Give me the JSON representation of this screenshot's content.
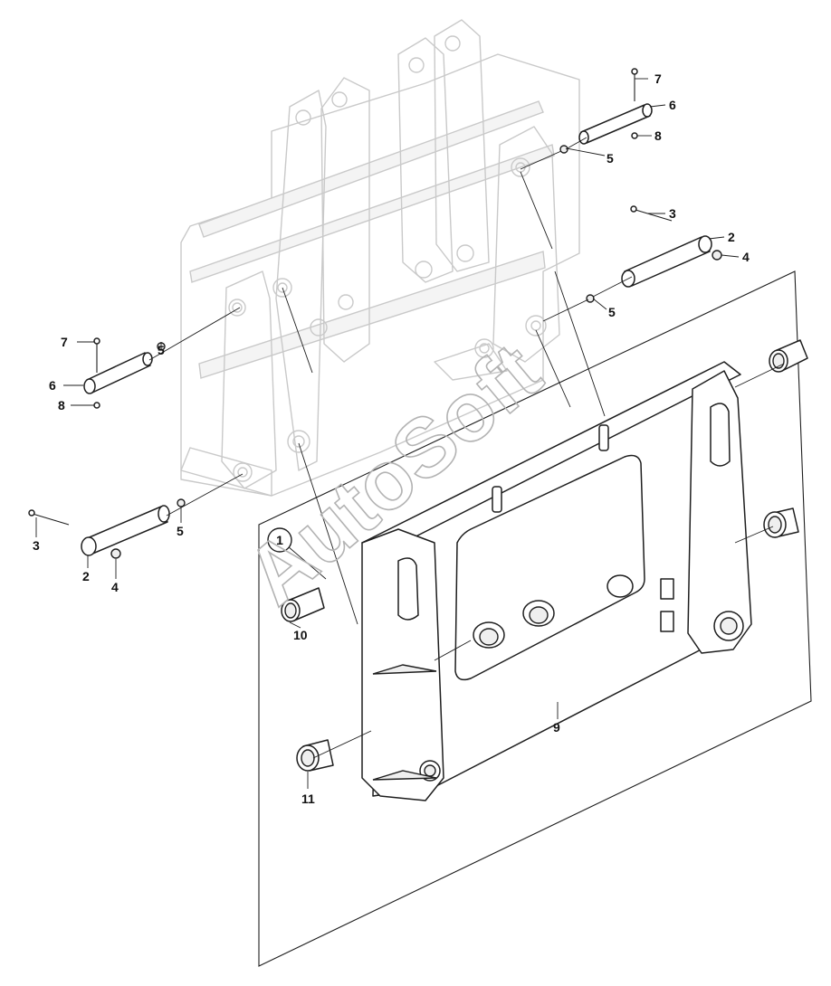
{
  "watermark": "AutoSoft",
  "callouts": {
    "c1": "1",
    "c2a": "2",
    "c2b": "2",
    "c3a": "3",
    "c3b": "3",
    "c4a": "4",
    "c4b": "4",
    "c5a": "5",
    "c5b": "5",
    "c5c": "5",
    "c5d": "5",
    "c6a": "6",
    "c6b": "6",
    "c7a": "7",
    "c7b": "7",
    "c8a": "8",
    "c8b": "8",
    "c9": "9",
    "c10": "10",
    "c11": "11"
  }
}
